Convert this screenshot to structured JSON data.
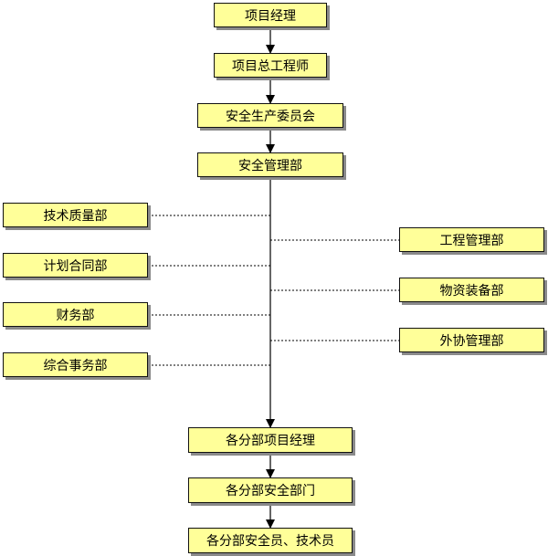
{
  "nodes": {
    "project_manager": "项目经理",
    "chief_engineer": "项目总工程师",
    "safety_committee": "安全生产委员会",
    "safety_dept": "安全管理部",
    "tech_quality_dept": "技术质量部",
    "planning_contract_dept": "计划合同部",
    "finance_dept": "财务部",
    "general_affairs_dept": "综合事务部",
    "engineering_mgmt_dept": "工程管理部",
    "materials_equipment_dept": "物资装备部",
    "external_coordination_dept": "外协管理部",
    "branch_project_manager": "各分部项目经理",
    "branch_safety_dept": "各分部安全部门",
    "branch_safety_staff": "各分部安全员、技术员"
  },
  "colors": {
    "box_fill": "#ffff99",
    "box_border": "#111111",
    "box_shadow": "#8a8a8a",
    "line": "#000000"
  }
}
